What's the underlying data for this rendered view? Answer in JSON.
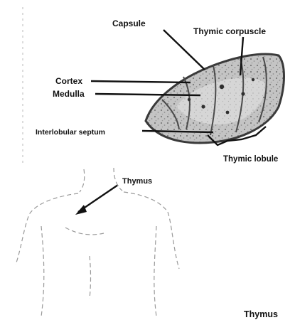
{
  "labels": {
    "capsule": "Capsule",
    "thymic_corpuscle": "Thymic corpuscle",
    "cortex": "Cortex",
    "medulla": "Medulla",
    "interlobular_septum": "Interlobular septum",
    "thymic_lobule": "Thymic lobule",
    "thymus_pointer": "Thymus",
    "caption": "Thymus"
  },
  "colors": {
    "ink": "#111111",
    "tissue": "#bdbdbd",
    "tissue_dark": "#6e6e6e",
    "body_outline": "#8a8a8a",
    "background": "#ffffff"
  }
}
